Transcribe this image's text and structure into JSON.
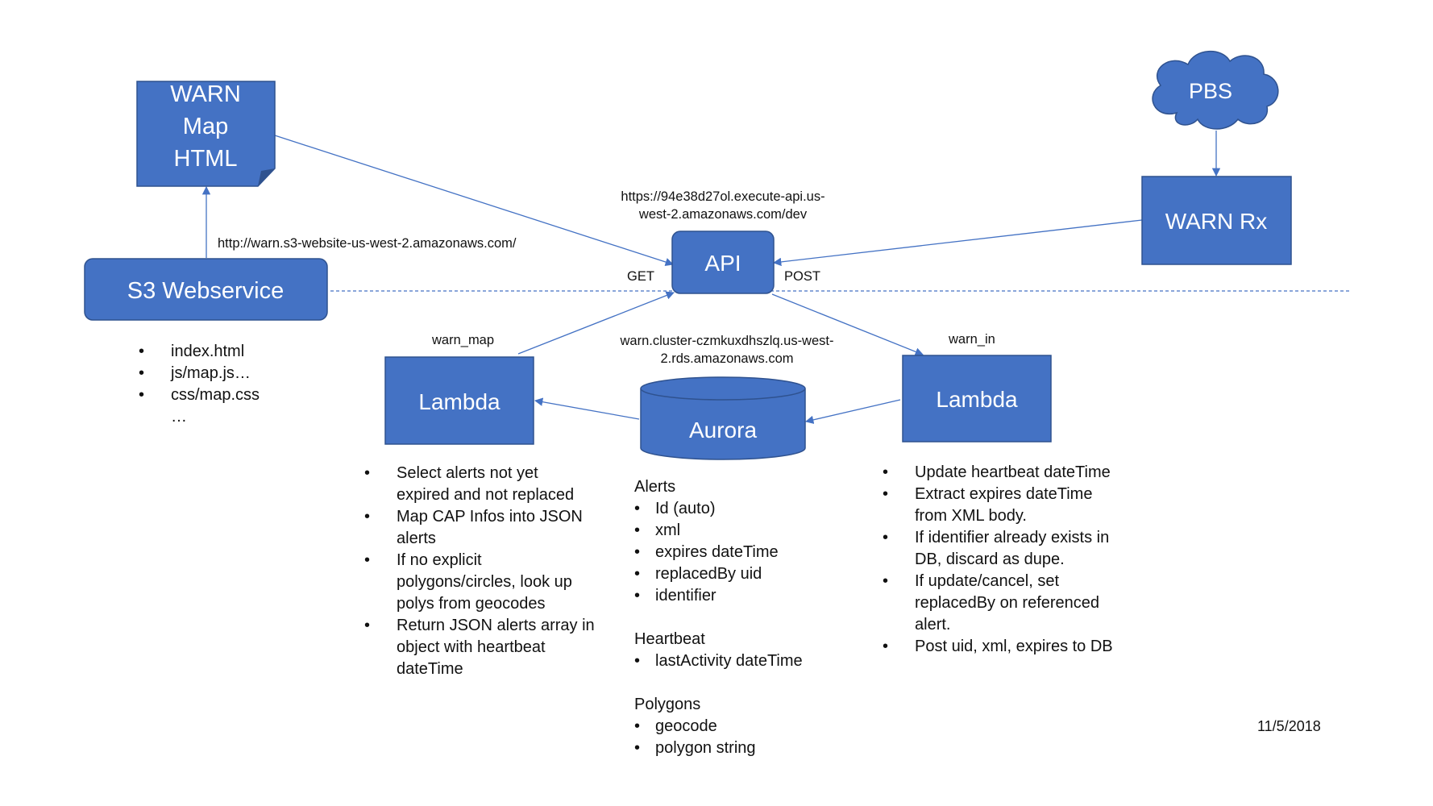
{
  "nodes": {
    "warn_map_html": [
      "WARN",
      "Map",
      "HTML"
    ],
    "pbs": "PBS",
    "warn_rx": "WARN Rx",
    "api": "API",
    "s3": "S3 Webservice",
    "lambda_left": "Lambda",
    "aurora": "Aurora",
    "lambda_right": "Lambda"
  },
  "labels": {
    "s3_url": "http://warn.s3-website-us-west-2.amazonaws.com/",
    "api_url": [
      "https://94e38d27ol.execute-api.us-",
      "west-2.amazonaws.com/dev"
    ],
    "get": "GET",
    "post": "POST",
    "warn_map": "warn_map",
    "warn_in": "warn_in",
    "db_url": [
      "warn.cluster-czmkuxdhszlq.us-west-",
      "2.rds.amazonaws.com"
    ]
  },
  "s3_files": [
    "index.html",
    "js/map.js…",
    "css/map.css",
    "…"
  ],
  "lambda_left_notes": [
    "Select alerts not yet expired and not replaced",
    "Map CAP Infos into JSON alerts",
    "If no explicit polygons/circles, look up polys from geocodes",
    "Return JSON alerts array in object with heartbeat dateTime"
  ],
  "tables": [
    {
      "name": "Alerts",
      "fields": [
        "Id (auto)",
        "xml",
        "expires dateTime",
        "replacedBy uid",
        "identifier"
      ]
    },
    {
      "name": "Heartbeat",
      "fields": [
        "lastActivity dateTime"
      ]
    },
    {
      "name": "Polygons",
      "fields": [
        "geocode",
        "polygon string"
      ]
    }
  ],
  "lambda_right_notes": [
    "Update heartbeat dateTime",
    "Extract expires dateTime from XML body.",
    "If identifier already exists in DB, discard as dupe.",
    "If update/cancel, set replacedBy on referenced alert.",
    "Post uid, xml, expires to DB"
  ],
  "date": "11/5/2018",
  "colors": {
    "box_fill": "#4472C4",
    "box_stroke": "#2F528F",
    "line": "#4472C4"
  }
}
